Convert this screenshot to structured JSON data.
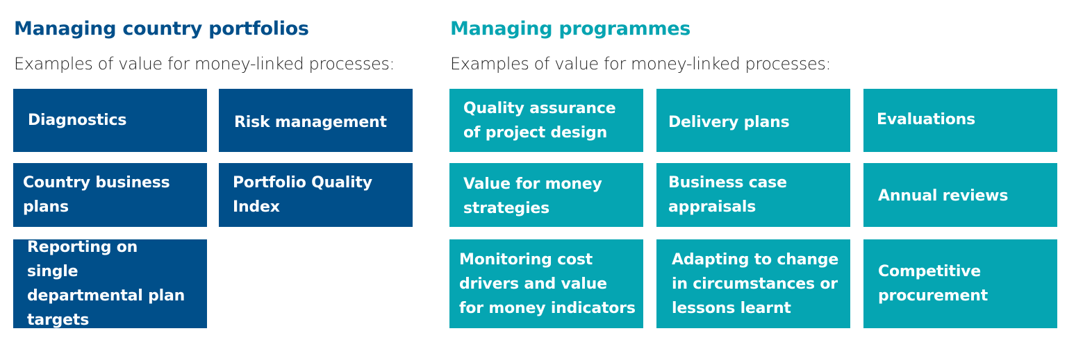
{
  "left_panel": {
    "title": "Managing country portfolios",
    "subtitle": "Examples of value for money-linked processes:",
    "color": "#004f8a",
    "items": [
      {
        "label": "Diagnostics"
      },
      {
        "label": "Risk management"
      },
      {
        "label": "Country business plans"
      },
      {
        "label": "Portfolio Quality Index"
      },
      {
        "label": "Reporting on single departmental plan targets"
      }
    ]
  },
  "right_panel": {
    "title": "Managing programmes",
    "subtitle": "Examples of value for money-linked processes:",
    "color": "#05a5b2",
    "items": [
      {
        "label": "Quality assurance of project design"
      },
      {
        "label": "Delivery plans"
      },
      {
        "label": "Evaluations"
      },
      {
        "label": "Value for money strategies"
      },
      {
        "label": "Business case appraisals"
      },
      {
        "label": "Annual reviews"
      },
      {
        "label": "Monitoring cost drivers and value for money indicators"
      },
      {
        "label": "Adapting to change in circumstances or lessons learnt"
      },
      {
        "label": "Competitive procurement"
      }
    ]
  }
}
